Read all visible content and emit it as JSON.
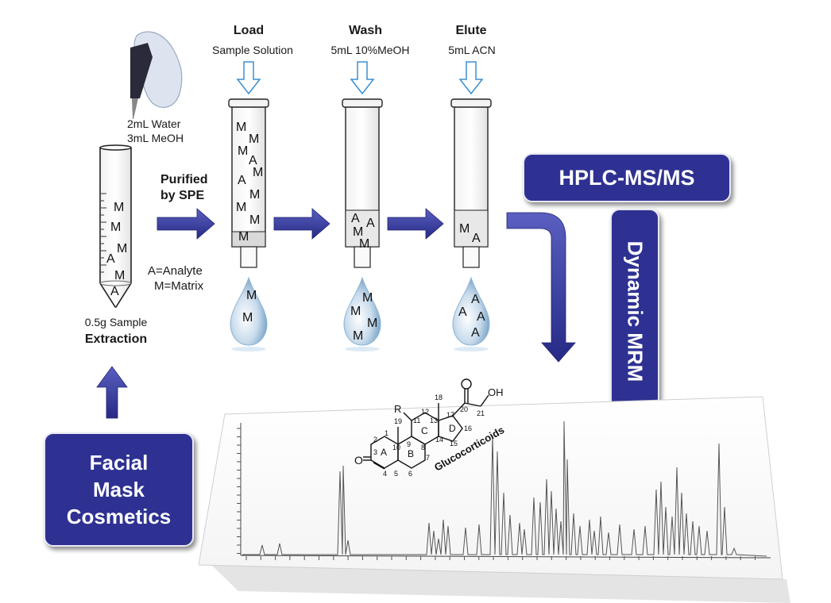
{
  "steps": {
    "load": {
      "title": "Load",
      "subtitle": "Sample Solution"
    },
    "wash": {
      "title": "Wash",
      "subtitle": "5mL 10%MeOH"
    },
    "elute": {
      "title": "Elute",
      "subtitle": "5mL ACN"
    }
  },
  "pipette": {
    "line1": "2mL Water",
    "line2": "3mL MeOH"
  },
  "tube": {
    "sample_label": "0.5g Sample",
    "step_label": "Extraction"
  },
  "spe": {
    "line1": "Purified",
    "line2": "by SPE"
  },
  "legend": {
    "analyte": "A=Analyte",
    "matrix": "M=Matrix"
  },
  "boxes": {
    "hplc": "HPLC-MS/MS",
    "mrm": "Dynamic MRM",
    "facial_line1": "Facial",
    "facial_line2": "Mask",
    "facial_line3": "Cosmetics"
  },
  "molecule": {
    "name": "Glucocorticoids",
    "substituent": "R",
    "hydroxyl": "OH"
  },
  "letters": {
    "matrix": "M",
    "analyte": "A"
  },
  "colors": {
    "box": "#2e3192",
    "arrow": "#2e3192",
    "drop": "#8fb6d6",
    "input_arrow": "#3b8fd1"
  }
}
